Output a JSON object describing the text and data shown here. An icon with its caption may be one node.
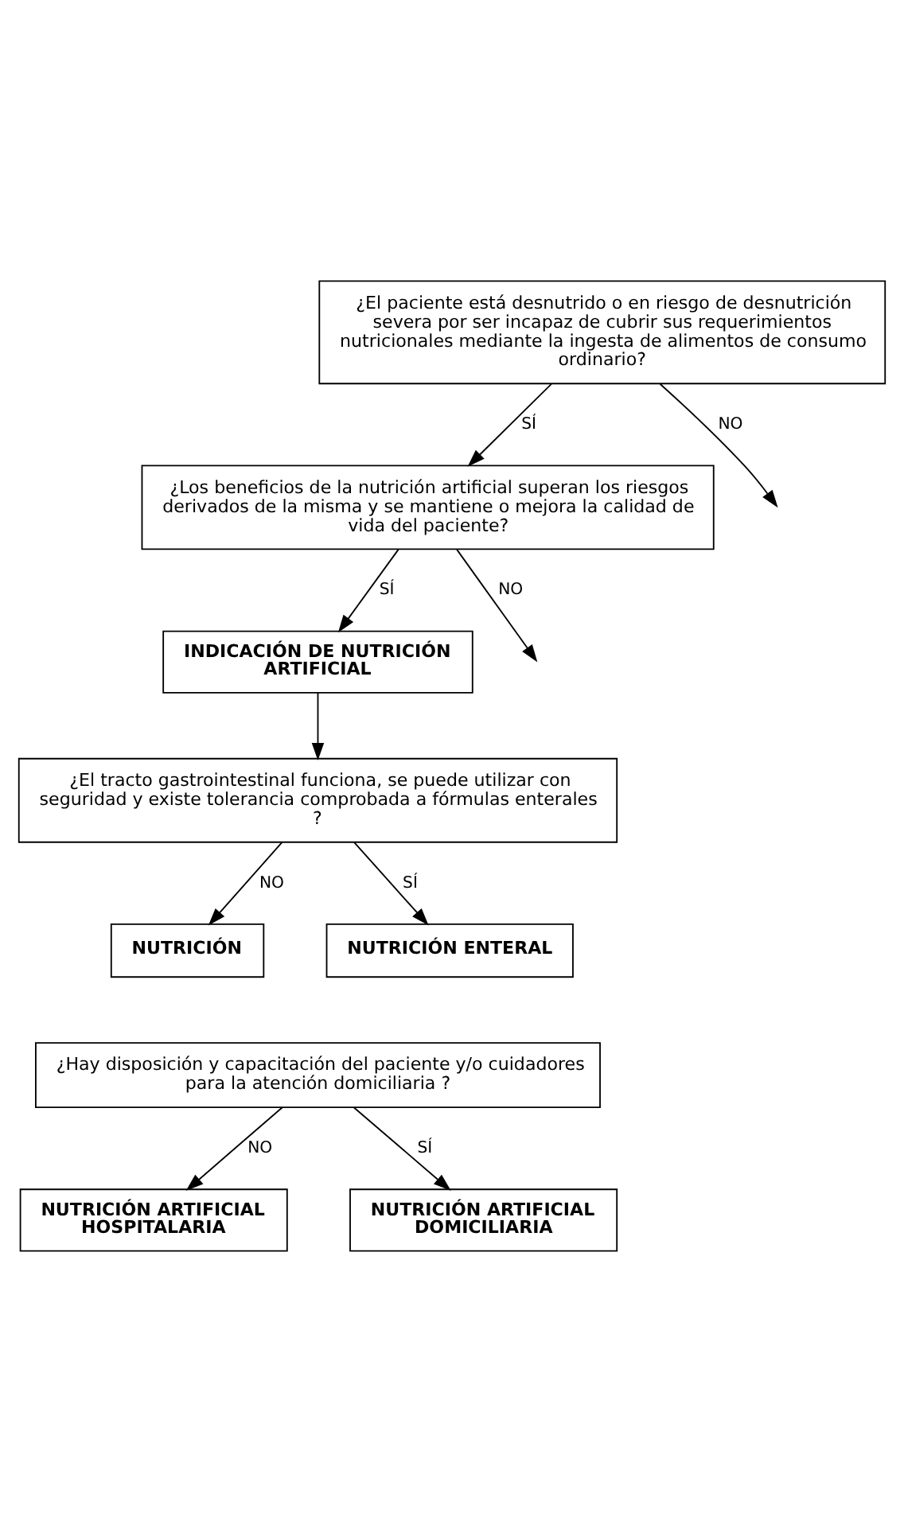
{
  "diagram": {
    "nodes": [
      {
        "text": [
          "¿El paciente está desnutrido o en riesgo de desnutrición severa por ser incapaz de cubrir sus requerimientos nutricionales mediante la ingesta de alimentos de consumo ordinario?"
        ]
      },
      {
        "text": [
          "¿Los beneficios de la nutrición artificial superan los riesgos derivados de la misma y se mantiene o mejora la calidad de vida del paciente?"
        ]
      },
      {
        "text": [
          "INDICACIÓN DE NUTRICIÓN ARTIFICIAL"
        ]
      },
      {
        "text": [
          "¿El tracto gastrointestinal funciona, se puede utilizar con seguridad y existe tolerancia comprobada a fórmulas enterales ?"
        ]
      },
      {
        "text": [
          "NUTRICIÓN"
        ]
      },
      {
        "text": [
          "NUTRICIÓN ENTERAL"
        ]
      },
      {
        "text": [
          "¿Hay disposición y capacitación del paciente y/o cuidadores para la atención domiciliaria ?"
        ]
      },
      {
        "text": [
          "NUTRICIÓN ARTIFICIAL HOSPITALARIA"
        ]
      },
      {
        "text": [
          "NUTRICIÓN ARTIFICIAL DOMICILIARIA"
        ]
      }
    ],
    "edges": [
      {
        "from": 0,
        "to": null,
        "arrow": "to",
        "label": "NO"
      },
      {
        "from": 0,
        "to": 1,
        "arrow": "to",
        "label": "SÍ"
      },
      {
        "from": 1,
        "to": null,
        "arrow": "to",
        "label": "NO"
      },
      {
        "from": 1,
        "to": 2,
        "arrow": "to",
        "label": "SÍ"
      },
      {
        "from": 2,
        "to": 3,
        "arrow": "to"
      },
      {
        "from": 3,
        "to": 4,
        "arrow": "to",
        "label": "NO"
      },
      {
        "from": 3,
        "to": 5,
        "arrow": "to",
        "label": "SÍ"
      },
      {
        "from": 6,
        "to": 7,
        "arrow": "to",
        "label": "NO"
      },
      {
        "from": 6,
        "to": 8,
        "arrow": "to",
        "label": "SÍ"
      }
    ]
  }
}
